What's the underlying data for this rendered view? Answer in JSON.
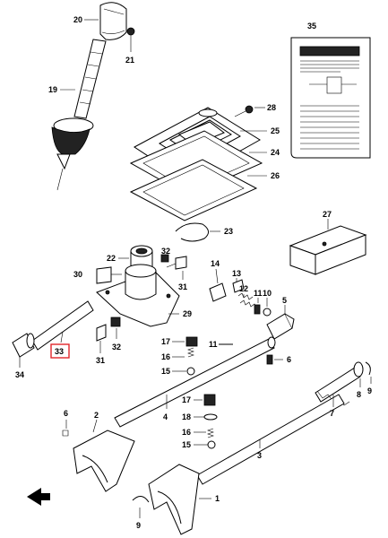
{
  "callouts": [
    {
      "id": "p20",
      "text": "20"
    },
    {
      "id": "p21",
      "text": "21"
    },
    {
      "id": "p19",
      "text": "19"
    },
    {
      "id": "p35",
      "text": "35"
    },
    {
      "id": "p28",
      "text": "28"
    },
    {
      "id": "p25",
      "text": "25"
    },
    {
      "id": "p24",
      "text": "24"
    },
    {
      "id": "p26",
      "text": "26"
    },
    {
      "id": "p27",
      "text": "27"
    },
    {
      "id": "p23",
      "text": "23"
    },
    {
      "id": "p22",
      "text": "22"
    },
    {
      "id": "p32a",
      "text": "32"
    },
    {
      "id": "p30",
      "text": "30"
    },
    {
      "id": "p31a",
      "text": "31"
    },
    {
      "id": "p29",
      "text": "29"
    },
    {
      "id": "p14",
      "text": "14"
    },
    {
      "id": "p13",
      "text": "13"
    },
    {
      "id": "p12",
      "text": "12"
    },
    {
      "id": "p11a",
      "text": "11"
    },
    {
      "id": "p10",
      "text": "10"
    },
    {
      "id": "p5",
      "text": "5"
    },
    {
      "id": "p33",
      "text": "33"
    },
    {
      "id": "p31b",
      "text": "31"
    },
    {
      "id": "p32b",
      "text": "32"
    },
    {
      "id": "p34",
      "text": "34"
    },
    {
      "id": "p17a",
      "text": "17"
    },
    {
      "id": "p11b",
      "text": "11"
    },
    {
      "id": "p16a",
      "text": "16"
    },
    {
      "id": "p15a",
      "text": "15"
    },
    {
      "id": "p6a",
      "text": "6"
    },
    {
      "id": "p8",
      "text": "8"
    },
    {
      "id": "p9a",
      "text": "9"
    },
    {
      "id": "p7",
      "text": "7"
    },
    {
      "id": "p4",
      "text": "4"
    },
    {
      "id": "p17b",
      "text": "17"
    },
    {
      "id": "p18",
      "text": "18"
    },
    {
      "id": "p16b",
      "text": "16"
    },
    {
      "id": "p15b",
      "text": "15"
    },
    {
      "id": "p6b",
      "text": "6"
    },
    {
      "id": "p2",
      "text": "2"
    },
    {
      "id": "p3",
      "text": "3"
    },
    {
      "id": "p1",
      "text": "1"
    },
    {
      "id": "p9b",
      "text": "9"
    }
  ],
  "highlight": {
    "callout": "p33",
    "color": "#e0262b"
  },
  "colors": {
    "ink": "#000000",
    "background": "#ffffff",
    "highlight_box": "#e0262b"
  }
}
